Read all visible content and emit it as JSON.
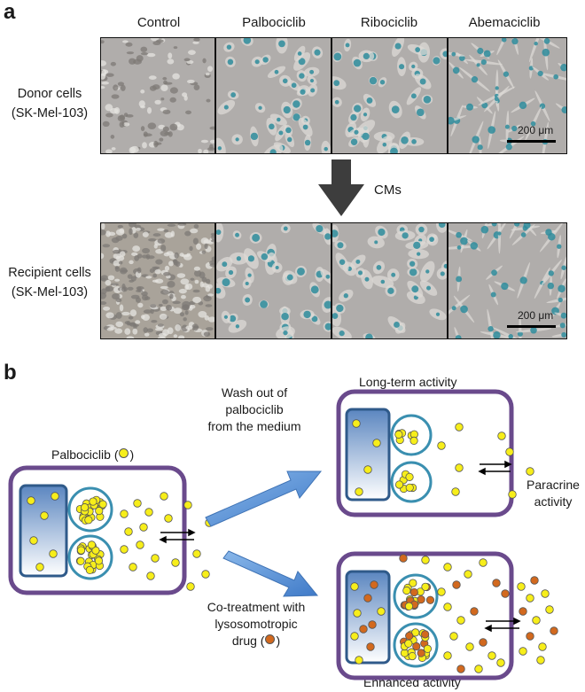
{
  "panel_a": {
    "label": "a",
    "columns": [
      "Control",
      "Palbociclib",
      "Ribociclib",
      "Abemaciclib"
    ],
    "rows": [
      {
        "label_line1": "Donor cells",
        "label_line2": "(SK-Mel-103)"
      },
      {
        "label_line1": "Recipient cells",
        "label_line2": "(SK-Mel-103)"
      }
    ],
    "arrow_label": "CMs",
    "scale_bar": "200 μm"
  },
  "panel_b": {
    "label": "b",
    "palbociclib_legend": "Palbociclib (",
    "legend_close": ")",
    "wash_line1": "Wash out of",
    "wash_line2": "palbociclib",
    "wash_line3": "from the medium",
    "longterm_title": "Long-term activity",
    "paracrine_line1": "Paracrine",
    "paracrine_line2": "activity",
    "cotreat_line1": "Co-treatment with",
    "cotreat_line2": "lysosomotropic",
    "cotreat_line3": "drug (",
    "enhanced_title": "Enhanced activity"
  },
  "colors": {
    "cell_border": "#6a4a8c",
    "lysosome_border": "#3a8fb0",
    "nucleus_border": "#2f5a8a",
    "palbociclib_dot": "#f7ee1a",
    "lysosomotropic_dot": "#d2691e",
    "arrow_fill": "#4f8ed4",
    "micro_bg": "#b0adab",
    "stain": "#2e8c9c"
  },
  "icons": [
    "down-arrow-icon",
    "diagonal-arrow-icon",
    "exchange-arrows-icon"
  ]
}
